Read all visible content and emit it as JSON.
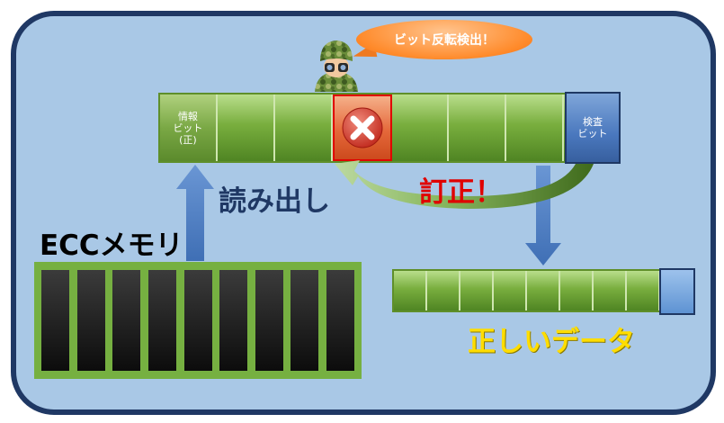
{
  "bubble": {
    "text": "ビット反転検出！"
  },
  "data_bar": {
    "info_cell_lines": [
      "情報",
      "ビット",
      "(正)"
    ],
    "cell_count": 8,
    "error_cell_index": 3
  },
  "check_bit": {
    "lines": [
      "検査",
      "ビット"
    ]
  },
  "labels": {
    "read": "読み出し",
    "ecc_memory": "ECCメモリ",
    "correct": "訂正！",
    "correct_data": "正しいデータ"
  },
  "colors": {
    "frame_fill": "#a9c8e6",
    "frame_border": "#1f3864",
    "bit_green": "#79ae3e",
    "error_fill": "#e5683a",
    "check_blue": "#4a78be",
    "arrow_blue": "#4f7fc4",
    "correct_red": "#e00000",
    "result_yellow": "#ffdd00"
  },
  "icons": {
    "error_mark": "x-circle-icon",
    "watcher": "soldier-with-binoculars-icon"
  }
}
